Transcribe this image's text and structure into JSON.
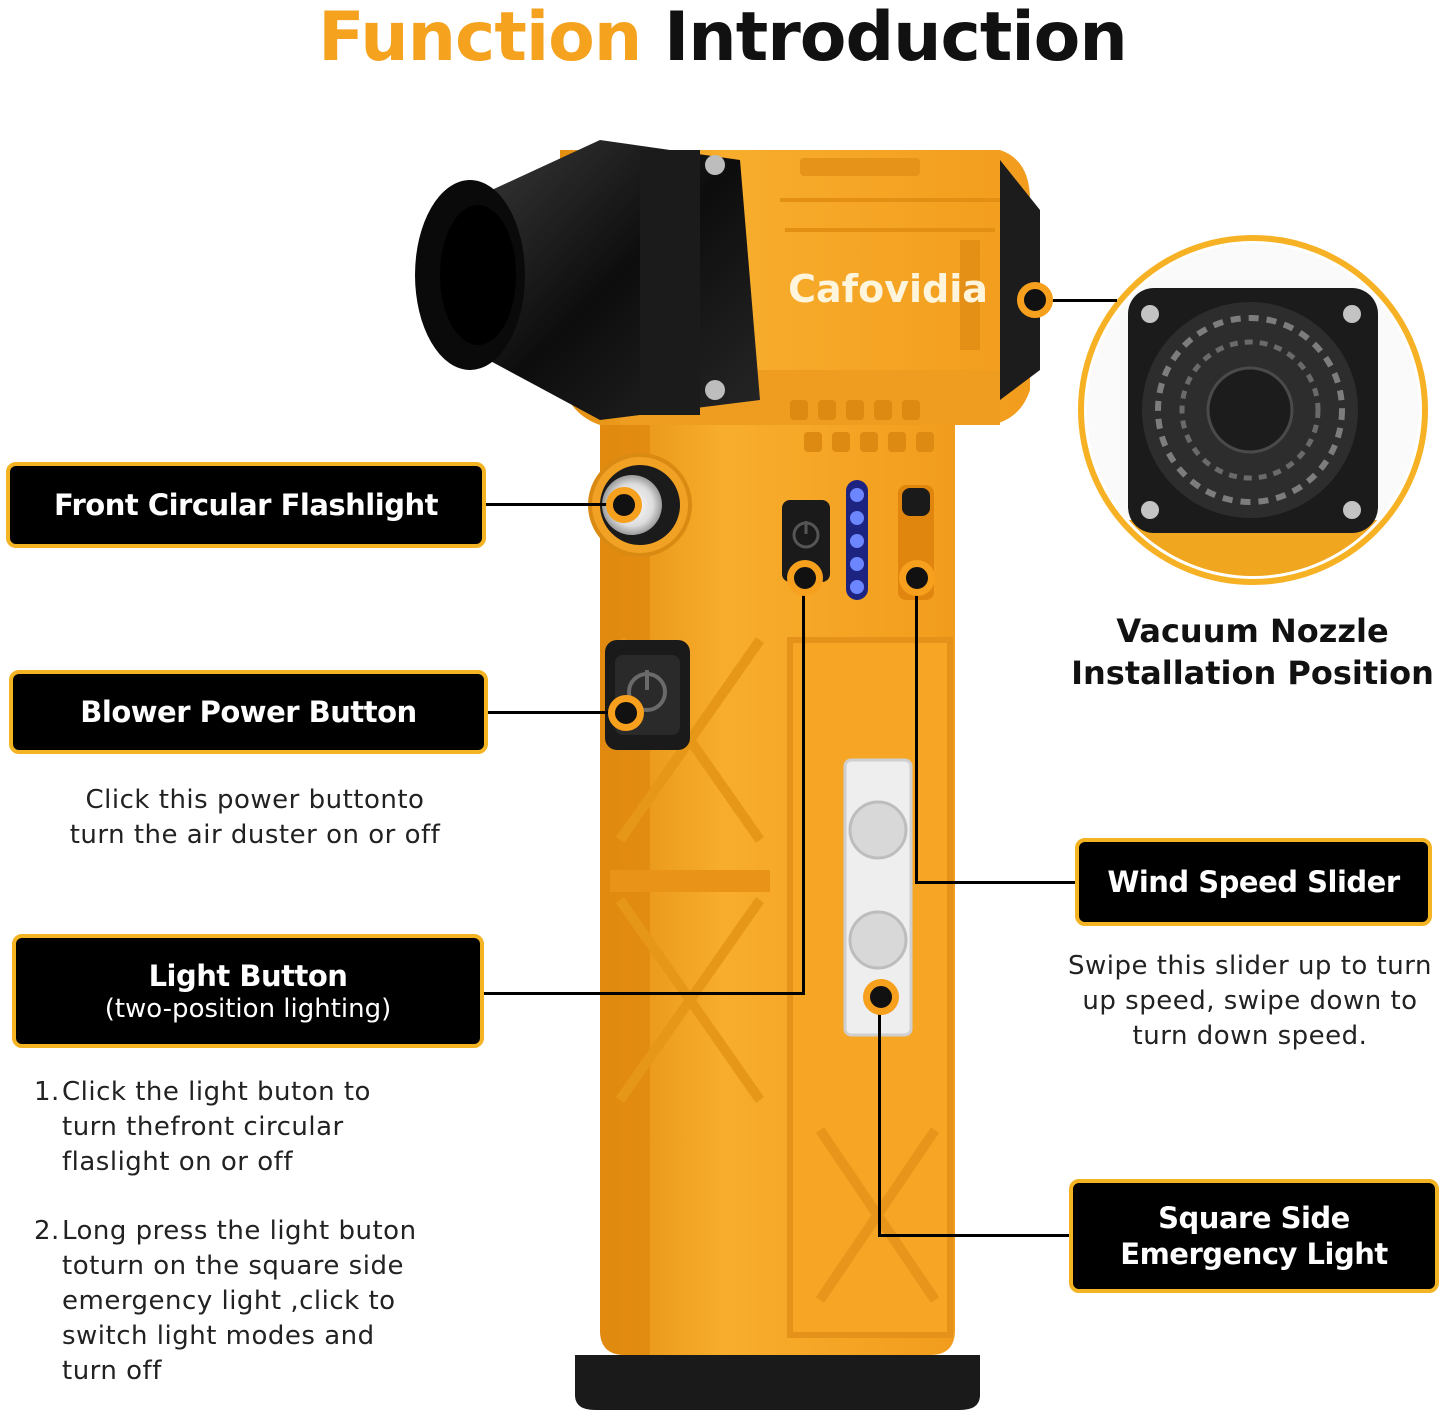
{
  "title": {
    "part1": "Function",
    "part2": "Introduction"
  },
  "brand": "Cafovidia",
  "labels": {
    "front_flashlight": "Front Circular Flashlight",
    "blower_power": "Blower Power Button",
    "light_button": "Light Button",
    "light_button_sub": "(two-position lighting)",
    "wind_speed": "Wind Speed Slider",
    "emergency_light_line1": "Square Side",
    "emergency_light_line2": "Emergency Light",
    "vacuum_line1": "Vacuum Nozzle",
    "vacuum_line2": "Installation Position"
  },
  "descriptions": {
    "power_line1": "Click this power buttonto",
    "power_line2": "turn the air duster on or off",
    "wind_line1": "Swipe this slider up to turn",
    "wind_line2": "up speed, swipe down to",
    "wind_line3": "turn down speed.",
    "steps": [
      {
        "num": "1.",
        "lines": [
          "Click the light buton to",
          "turn thefront circular",
          "flaslight on or off"
        ]
      },
      {
        "num": "2.",
        "lines": [
          "Long press the light buton",
          "toturn on the square side",
          "emergency light ,click to",
          "switch light modes and",
          "turn off"
        ]
      }
    ]
  },
  "colors": {
    "accent": "#f5a21f",
    "body": "#f7a928",
    "box_border": "#f3b323",
    "indicator": "#3d5cff"
  }
}
